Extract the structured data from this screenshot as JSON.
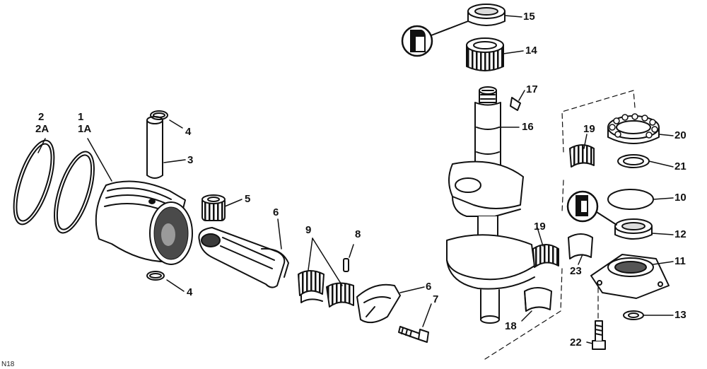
{
  "figure": {
    "code": "N18"
  },
  "callouts": {
    "c1": "1",
    "c1a": "1A",
    "c2": "2",
    "c2a": "2A",
    "c3": "3",
    "c4a": "4",
    "c4b": "4",
    "c5": "5",
    "c6a": "6",
    "c6b": "6",
    "c7": "7",
    "c8": "8",
    "c9": "9",
    "c10": "10",
    "c11": "11",
    "c12": "12",
    "c13": "13",
    "c14": "14",
    "c15": "15",
    "c16": "16",
    "c17": "17",
    "c18": "18",
    "c19a": "19",
    "c19b": "19",
    "c20": "20",
    "c21": "21",
    "c22": "22",
    "c23": "23"
  },
  "colors": {
    "ink": "#111111",
    "paper": "#ffffff",
    "shade": "#8a8a8a",
    "dark": "#3a3a3a"
  }
}
